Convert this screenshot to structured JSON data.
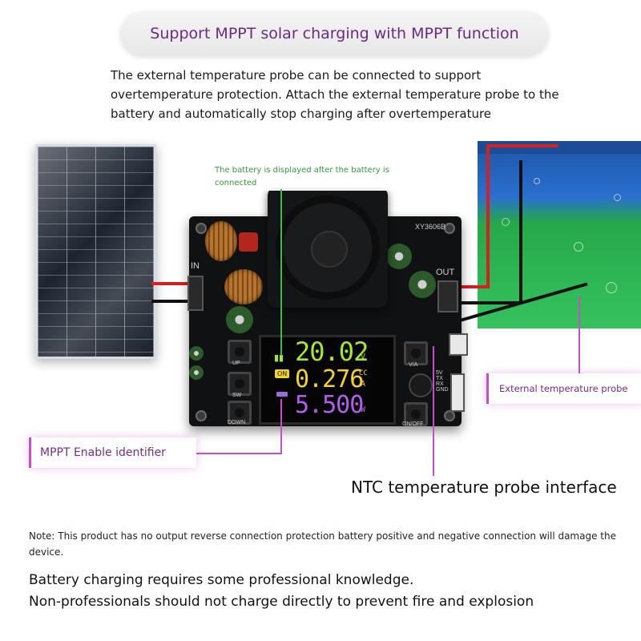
{
  "header": {
    "banner": "Support MPPT solar charging with MPPT function",
    "intro": "The external temperature probe can be connected to support overtemperature protection. Attach the external temperature probe to the battery and automatically stop charging after overtemperature"
  },
  "board": {
    "model": "XY3606B",
    "in_label": "IN",
    "out_label": "OUT",
    "buttons": {
      "up": "UP",
      "sw": "SW",
      "down": "DOWN",
      "va": "V/A",
      "onoff": "ON/OFF"
    },
    "pins": [
      "5V",
      "TX",
      "RX",
      "GND"
    ]
  },
  "display": {
    "voltage": "20.02",
    "voltage_unit": "V",
    "current": "0.276",
    "current_unit": "A",
    "mode": "CC",
    "power": "5.500",
    "power_unit": "W",
    "status": "ON"
  },
  "callouts": {
    "battery_note": "The battery is displayed after the battery is connected",
    "external_probe": "External temperature probe",
    "mppt_identifier": "MPPT Enable identifier",
    "ntc_interface": "NTC temperature probe interface"
  },
  "footer": {
    "note": "Note: This product has no output reverse connection protection battery positive and negative connection will damage the device.",
    "warning_1": "Battery charging requires some professional knowledge.",
    "warning_2": "Non-professionals should not charge directly to prevent fire and explosion"
  },
  "colors": {
    "accent_purple": "#c64fc5",
    "lcd_green": "#a8e62c",
    "lcd_yellow": "#f4d41e",
    "lcd_violet": "#b45cf0",
    "note_green": "#2f9c3a"
  }
}
